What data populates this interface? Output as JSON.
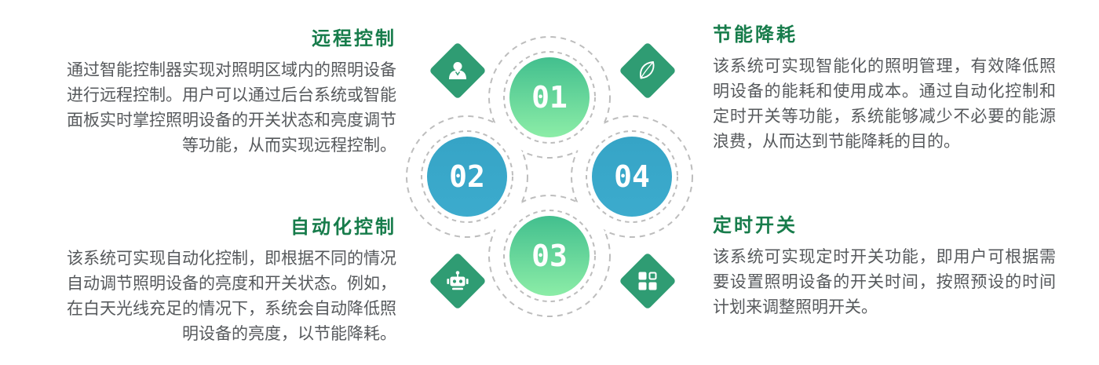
{
  "colors": {
    "heading_green": "#177C4B",
    "body_gray": "#56595C",
    "diamond_green": "#2F9C73",
    "circle_green_top": "#42BF8E",
    "circle_green_bottom": "#8CEDA7",
    "circle_blue_top": "#36A4C6",
    "circle_blue_bottom": "#3CABCD",
    "dash_gray": "#BDBDBD",
    "number_white": "#FFFFFF"
  },
  "diagram": {
    "steps": [
      {
        "number": "01",
        "position": "top",
        "color": "green"
      },
      {
        "number": "02",
        "position": "left",
        "color": "blue"
      },
      {
        "number": "03",
        "position": "bottom",
        "color": "green"
      },
      {
        "number": "04",
        "position": "right",
        "color": "blue"
      }
    ],
    "corner_icons": [
      {
        "name": "user-icon",
        "position": "top-left"
      },
      {
        "name": "leaf-icon",
        "position": "top-right"
      },
      {
        "name": "robot-icon",
        "position": "bottom-left"
      },
      {
        "name": "grid-icon",
        "position": "bottom-right"
      }
    ]
  },
  "features": [
    {
      "title": "远程控制",
      "body": "通过智能控制器实现对照明区域内的照明设备进行远程控制。用户可以通过后台系统或智能面板实时掌控照明设备的开关状态和亮度调节等功能，从而实现远程控制。"
    },
    {
      "title": "自动化控制",
      "body": "该系统可实现自动化控制，即根据不同的情况自动调节照明设备的亮度和开关状态。例如，在白天光线充足的情况下，系统会自动降低照明设备的亮度，以节能降耗。"
    },
    {
      "title": "节能降耗",
      "body": "该系统可实现智能化的照明管理，有效降低照明设备的能耗和使用成本。通过自动化控制和定时开关等功能，系统能够减少不必要的能源浪费，从而达到节能降耗的目的。"
    },
    {
      "title": "定时开关",
      "body": "该系统可实现定时开关功能，即用户可根据需要设置照明设备的开关时间，按照预设的时间计划来调整照明开关。"
    }
  ]
}
